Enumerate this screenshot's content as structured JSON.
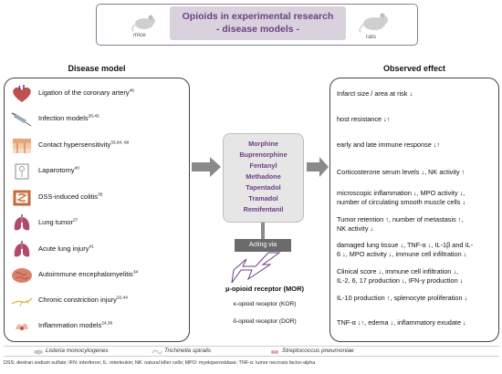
{
  "header": {
    "title_line1": "Opioids in experimental research",
    "title_line2": "- disease models -",
    "species_left": "mice",
    "species_right": "rats"
  },
  "columns": {
    "left_title": "Disease model",
    "right_title": "Observed effect"
  },
  "disease_models": [
    {
      "label": "Ligation of the coronary artery",
      "refs": "46",
      "icon": "heart-icon"
    },
    {
      "label": "Infection models",
      "refs": "25,45",
      "icon": "syringe-icon"
    },
    {
      "label": "Contact hypersensitivity",
      "refs": "33,64, 68",
      "icon": "skin-icon"
    },
    {
      "label": "Laparotomy",
      "refs": "40",
      "icon": "laparotomy-icon"
    },
    {
      "label": "DSS-induced colitis",
      "refs": "35",
      "icon": "intestine-icon"
    },
    {
      "label": "Lung tumor",
      "refs": "27",
      "icon": "lungs-icon"
    },
    {
      "label": "Acute lung injury",
      "refs": "41",
      "icon": "lungs-icon"
    },
    {
      "label": "Autoimmune encephalomyelitis",
      "refs": "34",
      "icon": "brain-icon"
    },
    {
      "label": "Chronic constriction injury",
      "refs": "32,44",
      "icon": "nerve-icon"
    },
    {
      "label": "Inflammation models",
      "refs": "24,36",
      "icon": "inflammation-icon"
    }
  ],
  "observed_effects": [
    {
      "line1": "Infarct size / area at risk ↓",
      "line2": ""
    },
    {
      "line1": "host resistance ↓↑",
      "line2": ""
    },
    {
      "line1": "early and late immune response ↓↑",
      "line2": ""
    },
    {
      "line1": "Corticosterone serum levels ↓, NK activity ↑",
      "line2": ""
    },
    {
      "line1": "microscopic inflammation ↓, MPO activity ↓,",
      "line2": "number of circulating smooth muscle cells ↓"
    },
    {
      "line1": "Tumor retention ↑, number of metastasis ↑,",
      "line2": "NK activity ↓"
    },
    {
      "line1": "damaged lung tissue ↓, TNF-α ↓, IL-1β and IL-",
      "line2": "6 ↓, MPO activity ↓, immune cell infiltration ↓"
    },
    {
      "line1": "Clinical score ↓, immune cell infiltration ↓,",
      "line2": "IL-2, 6, 17 production ↓, IFN-γ production ↓"
    },
    {
      "line1": "IL-10 production ↑, splenocyte proliferation ↓",
      "line2": ""
    },
    {
      "line1": "TNF-α ↓↑, edema ↓, inflammatory exudate ↓",
      "line2": ""
    }
  ],
  "drugs": [
    "Morphine",
    "Buprenorphine",
    "Fentanyl",
    "Methadone",
    "Tapentadol",
    "Tramadol",
    "Remifentanil"
  ],
  "acting_via": "Acting via",
  "receptors": {
    "mor": "µ-opioid receptor (MOR)",
    "kor": "κ-opioid receptor (KOR)",
    "dor": "δ-opioid receptor (DOR)"
  },
  "pathogens": [
    "Listeria monocytogenes",
    "Trichinella spiralis",
    "Streptococcus pneumoniae"
  ],
  "footnote": "DSS: dextran sodium sulfate; IFN: interferon; IL: interleukin; NK: natural killer cells; MPO: myeloperoxidase; TNF-α: tumor necrosis factor-alpha",
  "colors": {
    "accent": "#6b3f82",
    "header_fill": "#d9d2dc",
    "arrow": "#8a8a8a"
  }
}
